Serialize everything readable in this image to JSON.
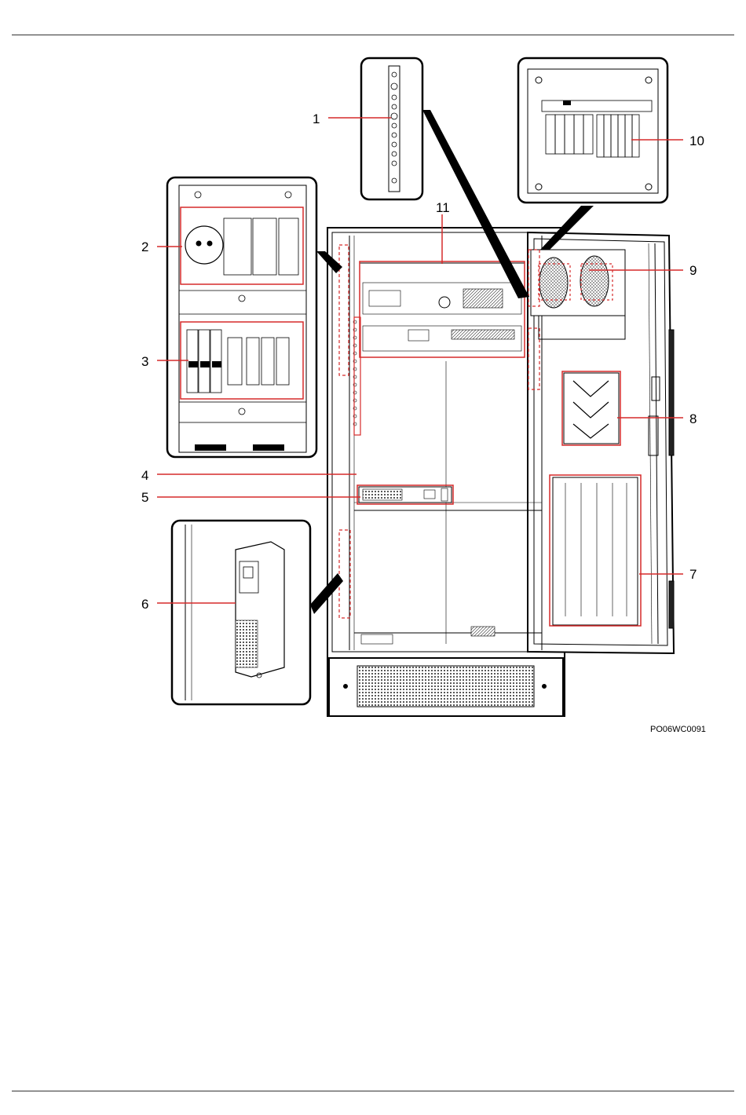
{
  "figure": {
    "code": "PO06WC0091",
    "callouts": [
      {
        "label": "1"
      },
      {
        "label": "2"
      },
      {
        "label": "3"
      },
      {
        "label": "4"
      },
      {
        "label": "5"
      },
      {
        "label": "6"
      },
      {
        "label": "7"
      },
      {
        "label": "8"
      },
      {
        "label": "9"
      },
      {
        "label": "10"
      },
      {
        "label": "11"
      }
    ],
    "accent_color": "#d62a2a",
    "line_color": "#000000"
  }
}
